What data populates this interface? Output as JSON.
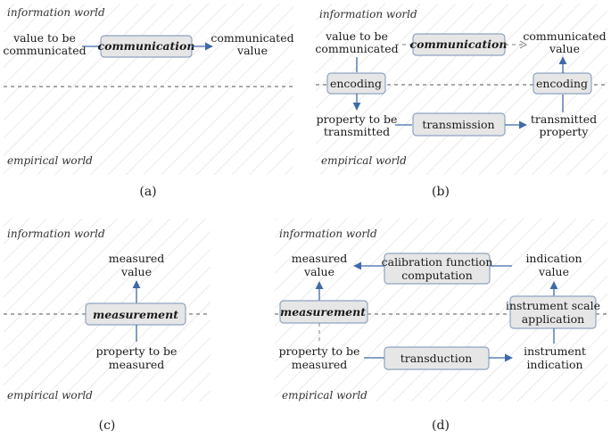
{
  "panels": {
    "a": {
      "caption": "(a)",
      "info_world": "information world",
      "empirical_world": "empirical world",
      "input_line1": "value to be",
      "input_line2": "communicated",
      "process": "communication",
      "output_line1": "communicated",
      "output_line2": "value"
    },
    "b": {
      "caption": "(b)",
      "info_world": "information world",
      "empirical_world": "empirical world",
      "input_line1": "value to be",
      "input_line2": "communicated",
      "process": "communication",
      "output_line1": "communicated",
      "output_line2": "value",
      "encoding_left": "encoding",
      "encoding_right": "encoding",
      "property_line1": "property to be",
      "property_line2": "transmitted",
      "transmission": "transmission",
      "transmitted_line1": "transmitted",
      "transmitted_line2": "property"
    },
    "c": {
      "caption": "(c)",
      "info_world": "information world",
      "empirical_world": "empirical world",
      "output_line1": "measured",
      "output_line2": "value",
      "process": "measurement",
      "input_line1": "property to be",
      "input_line2": "measured"
    },
    "d": {
      "caption": "(d)",
      "info_world": "information world",
      "empirical_world": "empirical world",
      "output_line1": "measured",
      "output_line2": "value",
      "process": "measurement",
      "calibration_line1": "calibration function",
      "calibration_line2": "computation",
      "indication_line1": "indication",
      "indication_line2": "value",
      "scale_line1": "instrument scale",
      "scale_line2": "application",
      "input_line1": "property to be",
      "input_line2": "measured",
      "transduction": "transduction",
      "instrument_line1": "instrument",
      "instrument_line2": "indication"
    }
  }
}
